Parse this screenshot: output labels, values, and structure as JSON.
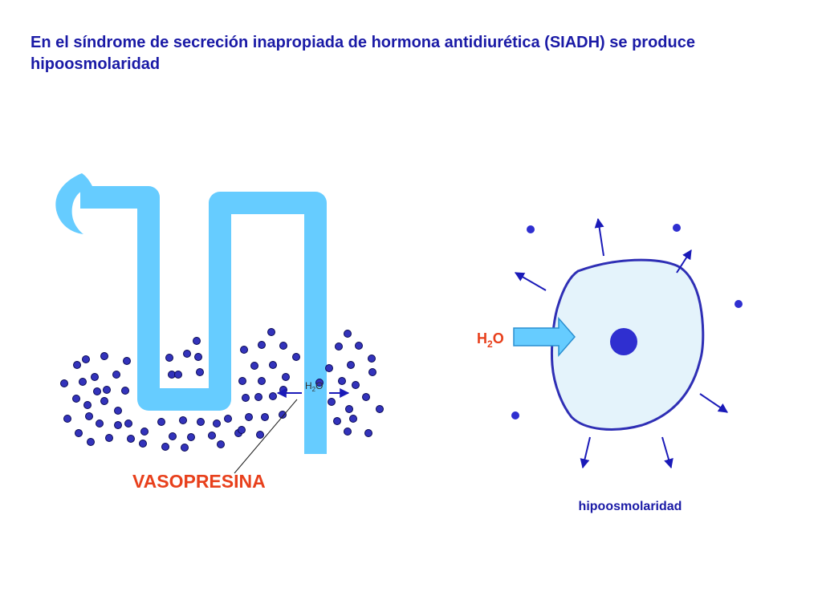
{
  "title": "En el síndrome de secreción inapropiada de hormona antidiurética (SIADH) se produce hipoosmolaridad",
  "nephron": {
    "water_label": {
      "base": "H",
      "sub": "2",
      "tail": "O"
    },
    "hormone_label": "VASOPRESINA"
  },
  "cell": {
    "water_label": {
      "base": "H",
      "sub": "2",
      "tail": "O"
    },
    "caption": "hipoosmolaridad"
  },
  "colors": {
    "title": "#1a1aa6",
    "tubule": "#66ccff",
    "solute_fill": "#3333bb",
    "solute_stroke": "#0a0a55",
    "cell_fill": "#e4f3fb",
    "cell_stroke": "#2f2fb5",
    "hormone_label": "#e8401c",
    "water_label": "#e8401c",
    "caption": "#1a1aa6",
    "arrow": "#1a1ab8"
  }
}
